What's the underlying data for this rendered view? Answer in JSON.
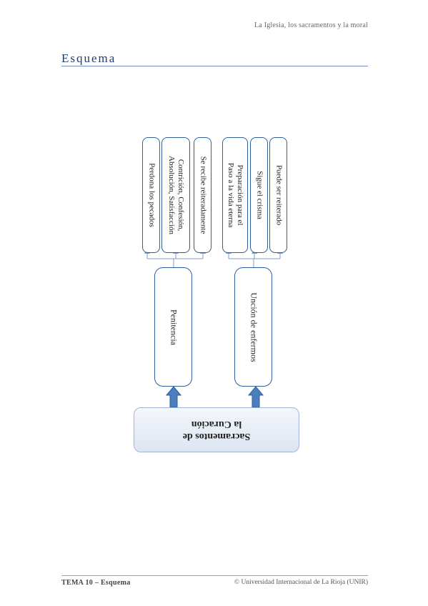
{
  "header": {
    "running_title": "La Iglesia, los sacramentos y la moral"
  },
  "section": {
    "title": "Esquema"
  },
  "diagram": {
    "root": {
      "line1": "Sacramentos de",
      "line2": "la Curación"
    },
    "branches": [
      {
        "label": "Penitencia",
        "children": [
          "Perdona los pecados",
          "Contrición, Confesión,",
          "Absolución, Satisfacción",
          "Se recibe reiteradamente"
        ]
      },
      {
        "label": "Unción de enfermos",
        "children": [
          "Preparación para el",
          "Paso a la vida eterna",
          "Sigue el crisma",
          "Puede ser reiterado"
        ]
      }
    ],
    "colors": {
      "border": "#2e5f99",
      "arrow": "#4a7ebf",
      "connector": "#7f9cc7"
    }
  },
  "footer": {
    "left": "TEMA  10 – Esquema",
    "right": "© Universidad Internacional de La Rioja (UNIR)"
  }
}
